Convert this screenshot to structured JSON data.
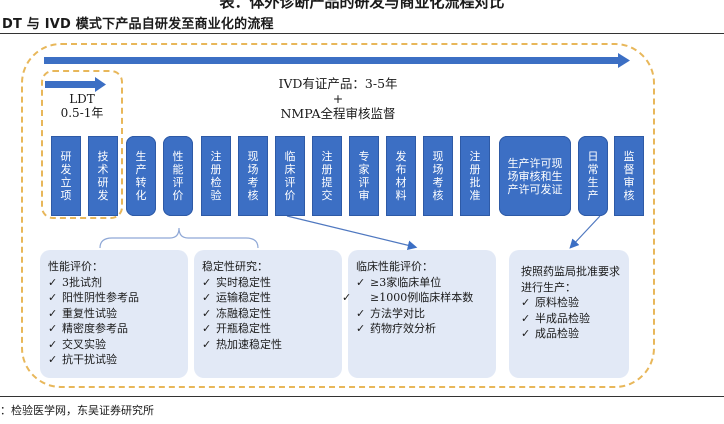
{
  "header": {
    "top_partial": "表：体外诊断产品的研发与商业化流程对比",
    "title": "DT 与 IVD 模式下产品自研发至商业化的流程"
  },
  "ldt": {
    "label": "LDT",
    "duration": "0.5-1年"
  },
  "ivd": {
    "line1": "IVD有证产品：3-5年",
    "plus": "+",
    "line2": "NMPA全程审核监督"
  },
  "steps": [
    "研发立项",
    "技术研发",
    "生产转化",
    "性能评价",
    "注册检验",
    "现场考核",
    "临床评价",
    "注册提交",
    "专家评审",
    "发布材料",
    "现场考核",
    "注册批准",
    "生产许可现场审核和生产许可发证",
    "日常生产",
    "监督审核"
  ],
  "panels": {
    "performance": {
      "title": "性能评价：",
      "items": [
        "3批试剂",
        "阳性阴性参考品",
        "重复性试验",
        "精密度参考品",
        "交叉实验",
        "抗干扰试验"
      ]
    },
    "stability": {
      "title": "稳定性研究：",
      "items": [
        "实时稳定性",
        "运输稳定性",
        "冻融稳定性",
        "开瓶稳定性",
        "热加速稳定性"
      ]
    },
    "clinical": {
      "title": "临床性能评价：",
      "items": [
        "≥3家临床单位",
        "≥1000例临床样本数",
        "方法学对比",
        "药物疗效分析"
      ]
    },
    "production": {
      "intro": "按照药监局批准要求进行生产：",
      "items": [
        "原料检验",
        "半成品检验",
        "成品检验"
      ]
    }
  },
  "source": "：检验医学网，东吴证券研究所",
  "colors": {
    "step": "#3c6fc4",
    "panel": "#e2e9f6",
    "frame": "#e8b75a",
    "arrow": "#3c6fc4"
  }
}
